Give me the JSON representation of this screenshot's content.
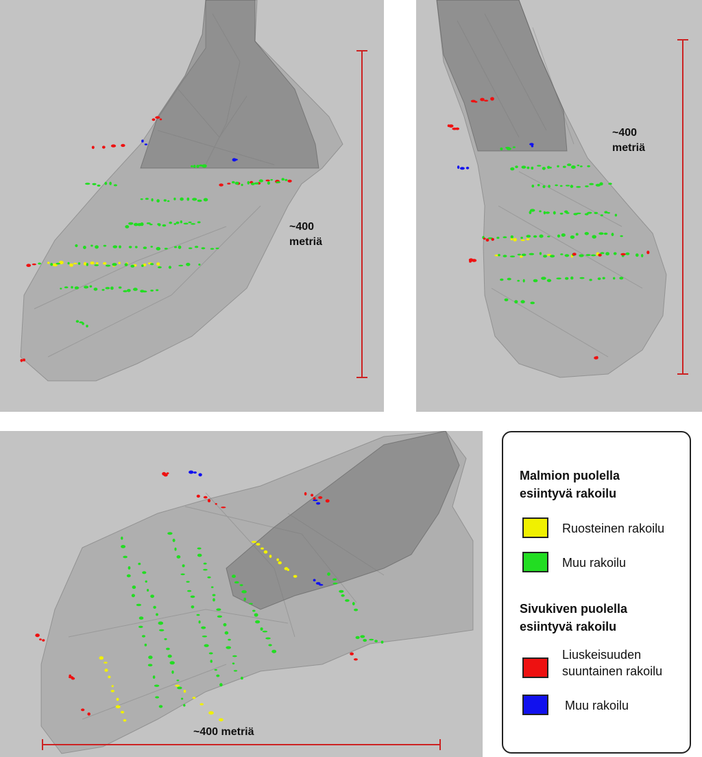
{
  "panels": {
    "top_left": {
      "scale_label_line1": "~400",
      "scale_label_line2": "metriä"
    },
    "top_right": {
      "scale_label_line1": "~400",
      "scale_label_line2": "metriä"
    },
    "bottom": {
      "scale_label": "~400 metriä"
    }
  },
  "colors": {
    "background": "#c3c3c3",
    "scale_bar": "#cc2222",
    "yellow": "#f0f000",
    "green": "#22dd22",
    "red": "#ee1111",
    "blue": "#1111ee"
  },
  "legend": {
    "ore_side_heading_line1": "Malmion puolella",
    "ore_side_heading_line2": "esiintyvä rakoilu",
    "ore_side_items": [
      {
        "label": "Ruosteinen rakoilu",
        "color": "#f0f000"
      },
      {
        "label": "Muu rakoilu",
        "color": "#22dd22"
      }
    ],
    "host_side_heading_line1": "Sivukiven puolella",
    "host_side_heading_line2": "esiintyvä rakoilu",
    "host_side_items": [
      {
        "label_line1": "Liuskeisuuden",
        "label_line2": "suuntainen rakoilu",
        "color": "#ee1111"
      },
      {
        "label": "Muu rakoilu",
        "color": "#1111ee"
      }
    ]
  }
}
